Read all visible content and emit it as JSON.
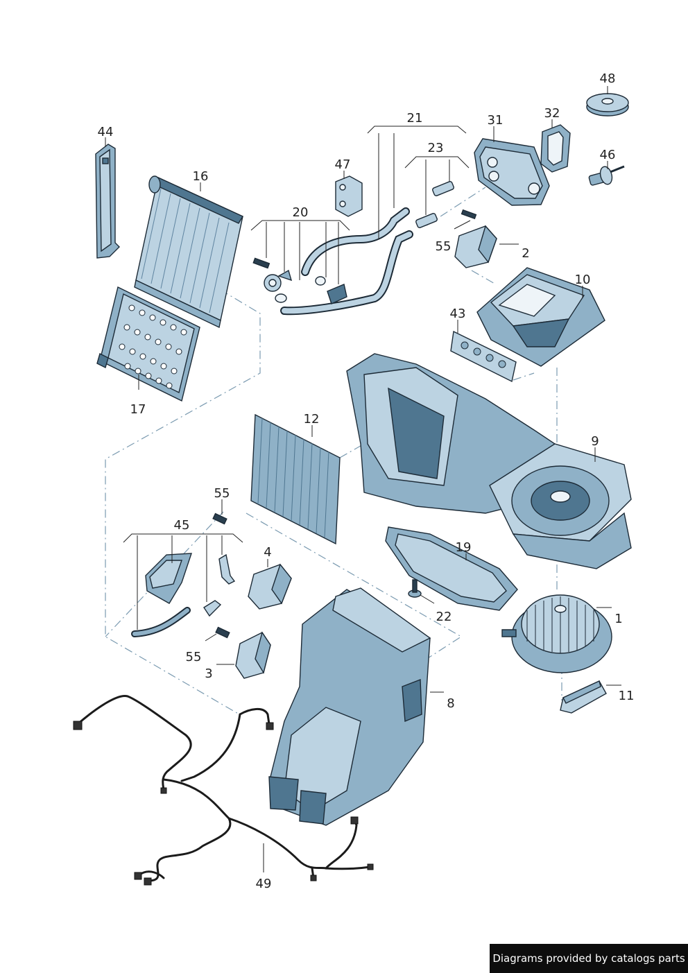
{
  "labels": {
    "p44": "44",
    "p16": "16",
    "p17": "17",
    "p20": "20",
    "p21": "21",
    "p23": "23",
    "p47": "47",
    "p31": "31",
    "p32": "32",
    "p48": "48",
    "p46": "46",
    "p55a": "55",
    "p2": "2",
    "p10": "10",
    "p43": "43",
    "p12": "12",
    "p9": "9",
    "p55b": "55",
    "p45": "45",
    "p4": "4",
    "p19": "19",
    "p22": "22",
    "p1": "1",
    "p55c": "55",
    "p3": "3",
    "p8": "8",
    "p11": "11",
    "p49": "49"
  },
  "credit": "Diagrams provided by catalogs parts",
  "colors": {
    "part_light": "#bcd3e2",
    "part_mid": "#8fb1c7",
    "part_dark": "#4f7690",
    "outline": "#1c2a36"
  }
}
